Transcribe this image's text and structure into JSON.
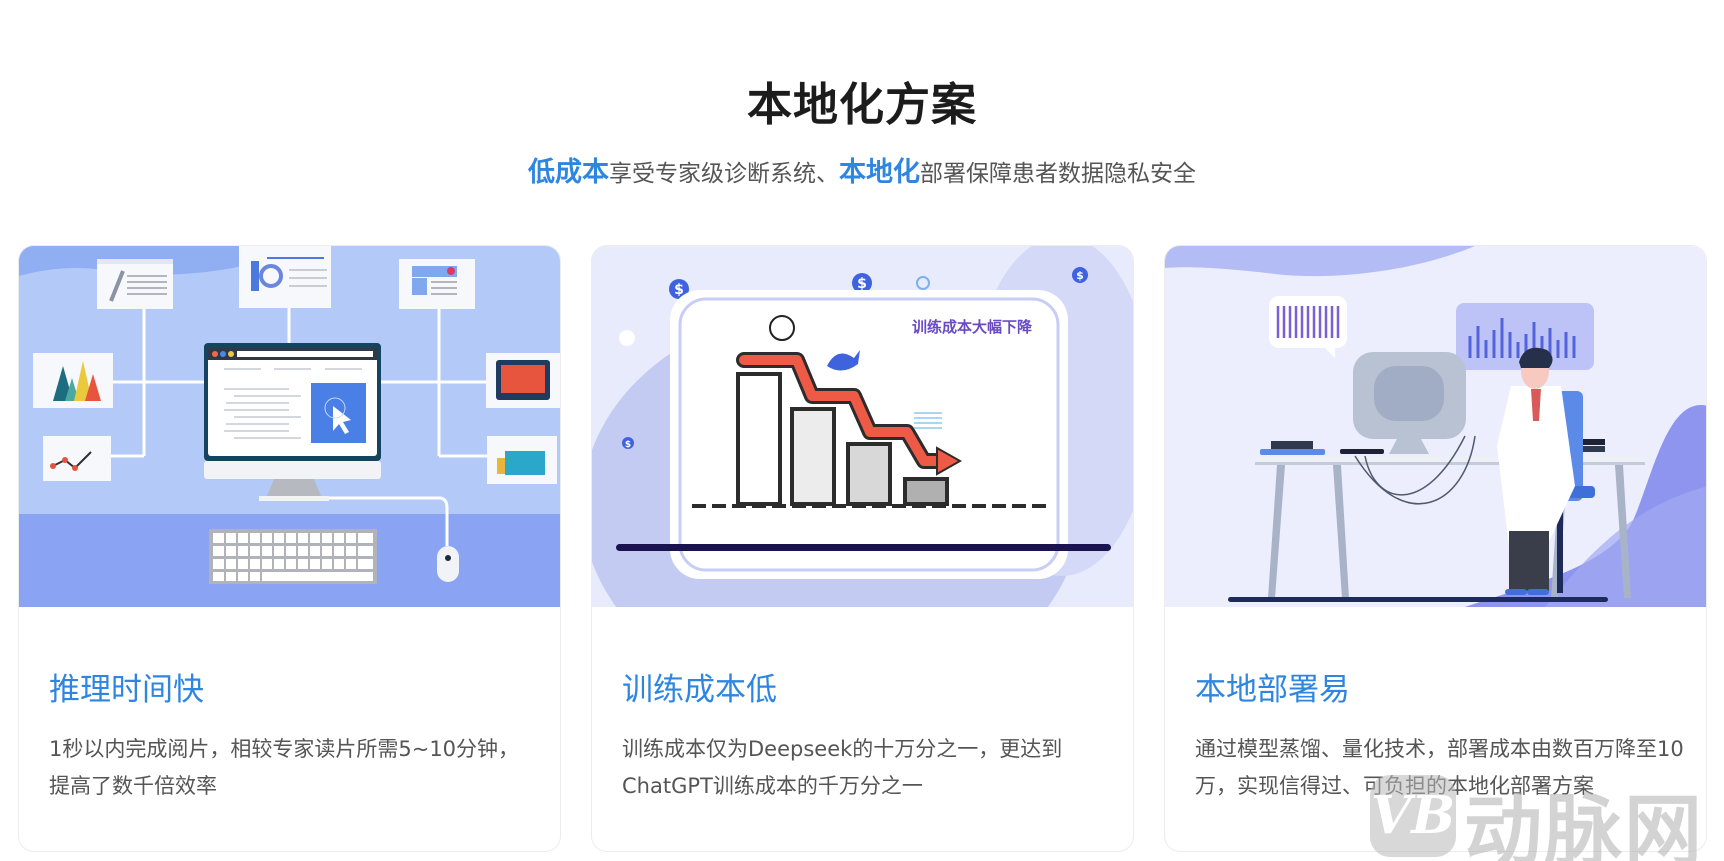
{
  "section": {
    "title": "本地化方案",
    "subtitle": {
      "highlight_1": "低成本",
      "text_1": "享受专家级诊断系统、",
      "highlight_2": "本地化",
      "text_2": "部署保障患者数据隐私安全"
    }
  },
  "cards": [
    {
      "title": "推理时间快",
      "body": "1秒以内完成阅片，相较专家读片所需5~10分钟，提高了数千倍效率",
      "illustration": "monitor-dashboard-illustration"
    },
    {
      "title": "训练成本低",
      "body": "训练成本仅为Deepseek的十万分之一，更达到ChatGPT训练成本的千万分之一",
      "illustration": "cost-decline-chart-illustration",
      "illustration_label": "训练成本大幅下降"
    },
    {
      "title": "本地部署易",
      "body": "通过模型蒸馏、量化技术，部署成本由数百万降至10万，实现信得过、可负担的本地化部署方案",
      "illustration": "doctor-at-desk-illustration"
    }
  ],
  "watermark": {
    "logo_text": "VB",
    "text": "动脉网"
  },
  "colors": {
    "accent": "#2f86e0",
    "title": "#1c1c1c",
    "body_text": "#555555",
    "card1_bg": "#b3c9f7",
    "card2_bg": "#e7ebfb",
    "card3_bg": "#eceefd",
    "arrow_red": "#ef5a47",
    "chart_label_purple": "#6a4bc4"
  }
}
